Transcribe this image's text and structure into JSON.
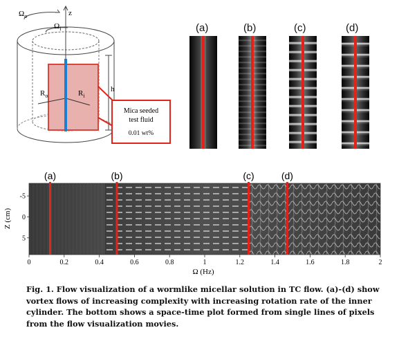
{
  "schematic": {
    "omega_o": "Ω",
    "omega_o_sub": "o",
    "omega_i": "Ω",
    "omega_i_sub": "i",
    "z_axis": "z",
    "r_o": "R",
    "r_o_sub": "o",
    "r_i": "R",
    "r_i_sub": "i",
    "h": "h",
    "fluid_box": {
      "line1": "Mica seeded",
      "line2": "test fluid",
      "line3": "0.01 wt%"
    }
  },
  "strips": [
    {
      "label": "(a)"
    },
    {
      "label": "(b)"
    },
    {
      "label": "(c)"
    },
    {
      "label": "(d)"
    }
  ],
  "chart_data": {
    "type": "heatmap",
    "xlabel": "Ω (Hz)",
    "ylabel": "Z (cm)",
    "xlim": [
      0,
      2
    ],
    "ylim": [
      -8,
      9
    ],
    "x_ticks": [
      "0",
      "0.2",
      "0.4",
      "0.6",
      "0.8",
      "1",
      "1.2",
      "1.4",
      "1.6",
      "1.8",
      "2"
    ],
    "y_ticks": [
      "-5",
      "0",
      "5"
    ],
    "markers": [
      {
        "label": "(a)",
        "x": 0.12
      },
      {
        "label": "(b)",
        "x": 0.5
      },
      {
        "label": "(c)",
        "x": 1.25
      },
      {
        "label": "(d)",
        "x": 1.47
      }
    ]
  },
  "caption": {
    "text": "Fig. 1.  Flow visualization  of a wormlike micellar solution in TC flow.  (a)-(d) show vortex flows of increasing complexity with  increasing rotation rate of the inner cylinder.  The bottom shows a space-time plot formed from single lines of pixels from the flow visualization  movies."
  },
  "colors": {
    "accent_red": "#e2231a",
    "inner_blue": "#1b7fd6",
    "fluid_pink": "#e9b1ad"
  }
}
